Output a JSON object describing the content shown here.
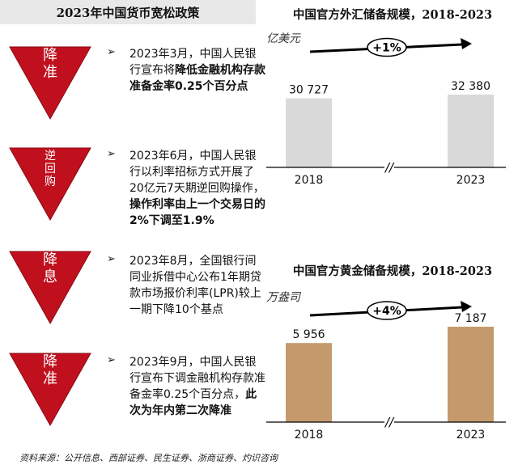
{
  "left_panel": {
    "title": "2023年中国货币宽松政策",
    "bullet_glyph": "➢",
    "items": [
      {
        "tag_line1": "降",
        "tag_line2": "准",
        "tag_line3": "",
        "text_parts": [
          "2023年3月，中国人民银行宣布将",
          "降低金融机构存款准备金率0.25个百分点"
        ]
      },
      {
        "tag_line1": "逆",
        "tag_line2": "回",
        "tag_line3": "购",
        "text_parts": [
          "2023年6月，中国人民银行以利率招标方式开展了20亿元7天期逆回购操作，",
          "操作利率由上一个交易日的2%下调至1.9%"
        ]
      },
      {
        "tag_line1": "降",
        "tag_line2": "息",
        "tag_line3": "",
        "text_parts": [
          "2023年8月，全国银行间同业拆借中心公布1年期贷款市场报价利率(LPR)较上一期下降10个基点",
          ""
        ]
      },
      {
        "tag_line1": "降",
        "tag_line2": "准",
        "tag_line3": "",
        "text_parts": [
          "2023年9月，中国人民银行宣布下调金融机构存款准备金率0.25个百分点，",
          "此次为年内第二次降准"
        ]
      }
    ],
    "tag_color": "#c0101e"
  },
  "chart_data": [
    {
      "type": "bar",
      "title": "中国官方外汇储备规模，2018-2023",
      "unit_label": "亿美元",
      "categories": [
        "2018",
        "2023"
      ],
      "values": [
        30727,
        32380
      ],
      "value_labels": [
        "30 727",
        "32 380"
      ],
      "bar_color": "#d9d9d9",
      "growth_label": "+1%",
      "axis_break": "//"
    },
    {
      "type": "bar",
      "title": "中国官方黄金储备规模，2018-2023",
      "unit_label": "万盎司",
      "categories": [
        "2018",
        "2023"
      ],
      "values": [
        5956,
        7187
      ],
      "value_labels": [
        "5 956",
        "7 187"
      ],
      "bar_color": "#c49a6c",
      "growth_label": "+4%",
      "axis_break": "//"
    }
  ],
  "source": "资料来源：公开信息、西部证券、民生证券、浙商证券、灼识咨询"
}
